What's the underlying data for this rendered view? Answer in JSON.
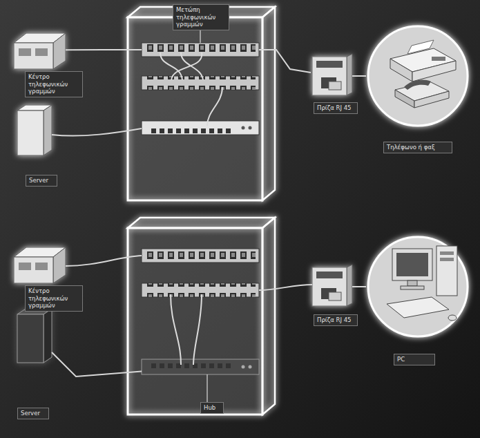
{
  "diagram": {
    "nodes": [
      {
        "text": [
          "Μετώπη τηλεφωνικών γραμμών"
        ]
      },
      {
        "text": [
          "Κέντρο τηλεφωνικών γραμμών"
        ]
      },
      {
        "text": [
          "Server"
        ]
      },
      {
        "text": [
          "Πρίζα RJ 45"
        ]
      },
      {
        "text": [
          "Τηλέφωνο ή φαξ"
        ]
      },
      {
        "text": [
          "Κέντρο τηλεφωνικών γραμμών"
        ]
      },
      {
        "text": [
          "Server"
        ]
      },
      {
        "text": [
          "Hub"
        ]
      },
      {
        "text": [
          "Πρίζα RJ 45"
        ]
      },
      {
        "text": [
          "PC"
        ]
      }
    ],
    "edges": [
      {
        "from": 1,
        "to": 0,
        "arrow": "none"
      },
      {
        "from": 3,
        "to": 0,
        "arrow": "none"
      },
      {
        "from": 3,
        "to": 4,
        "arrow": "none"
      },
      {
        "from": 6,
        "to": 7,
        "arrow": "none"
      },
      {
        "from": 8,
        "to": 9,
        "arrow": "none"
      }
    ]
  }
}
